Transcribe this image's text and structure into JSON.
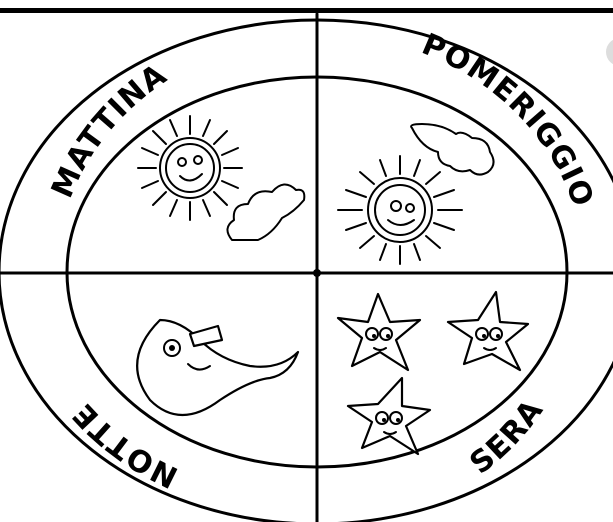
{
  "diagram": {
    "labels": {
      "top_left": "MATTINA",
      "top_right": "POMERIGGIO",
      "bottom_left": "NOTTE",
      "bottom_right": "SERA"
    },
    "quadrant_icons": {
      "top_left": [
        "sun-icon",
        "cloud-icon"
      ],
      "top_right": [
        "cloud-icon",
        "sun-icon"
      ],
      "bottom_left": [
        "crescent-moon-icon"
      ],
      "bottom_right": [
        "star-icon",
        "star-icon",
        "star-icon"
      ]
    }
  }
}
